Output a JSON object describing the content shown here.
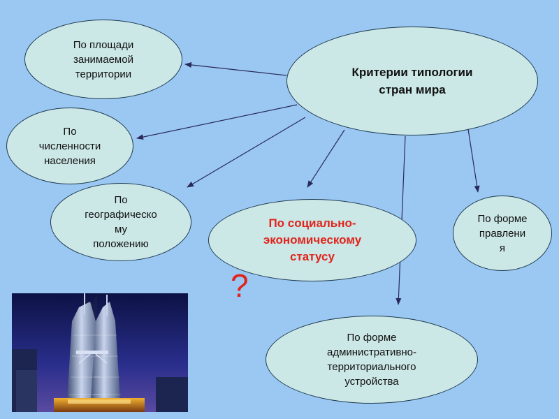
{
  "diagram": {
    "center": {
      "lines": [
        "Критерии типологии",
        "стран мира"
      ]
    },
    "nodes": {
      "area": {
        "lines": [
          "По площади",
          "занимаемой",
          "территории"
        ]
      },
      "population": {
        "lines": [
          "По",
          "численности",
          "населения"
        ]
      },
      "geo": {
        "lines": [
          "По",
          "географическо",
          "му",
          "положению"
        ]
      },
      "social": {
        "lines": [
          "По социально-",
          "экономическому",
          "статусу"
        ]
      },
      "government": {
        "lines": [
          "По форме",
          "правлени",
          "я"
        ]
      },
      "admin": {
        "lines": [
          "По форме",
          "административно-",
          "территориального",
          "устройства"
        ]
      }
    },
    "question_mark": "?"
  },
  "colors": {
    "background": "#9ac8f2",
    "ellipse_fill": "#cbe7e6",
    "ellipse_border": "#1e3a50",
    "accent": "#e0241b"
  },
  "image": {
    "subject": "petronas-towers-photo"
  }
}
